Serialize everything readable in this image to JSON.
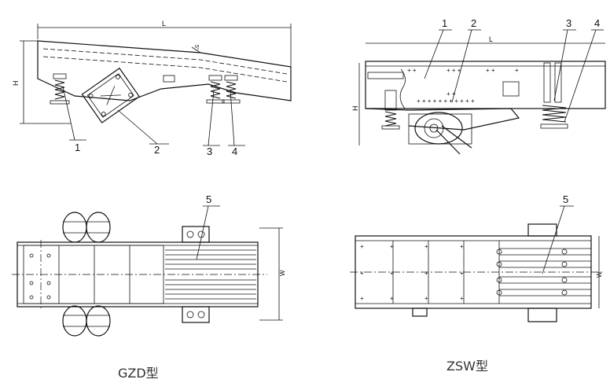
{
  "drawings": {
    "left": {
      "model_caption": "GZD型",
      "dim_length": "L",
      "dim_height": "H",
      "dim_width": "W",
      "slope_mark": "5°",
      "part_labels": [
        "1",
        "2",
        "3",
        "4",
        "5"
      ]
    },
    "right": {
      "model_caption": "ZSW型",
      "dim_length": "L",
      "dim_height": "H",
      "dim_width": "W",
      "part_labels": [
        "1",
        "2",
        "3",
        "4",
        "5"
      ]
    }
  }
}
